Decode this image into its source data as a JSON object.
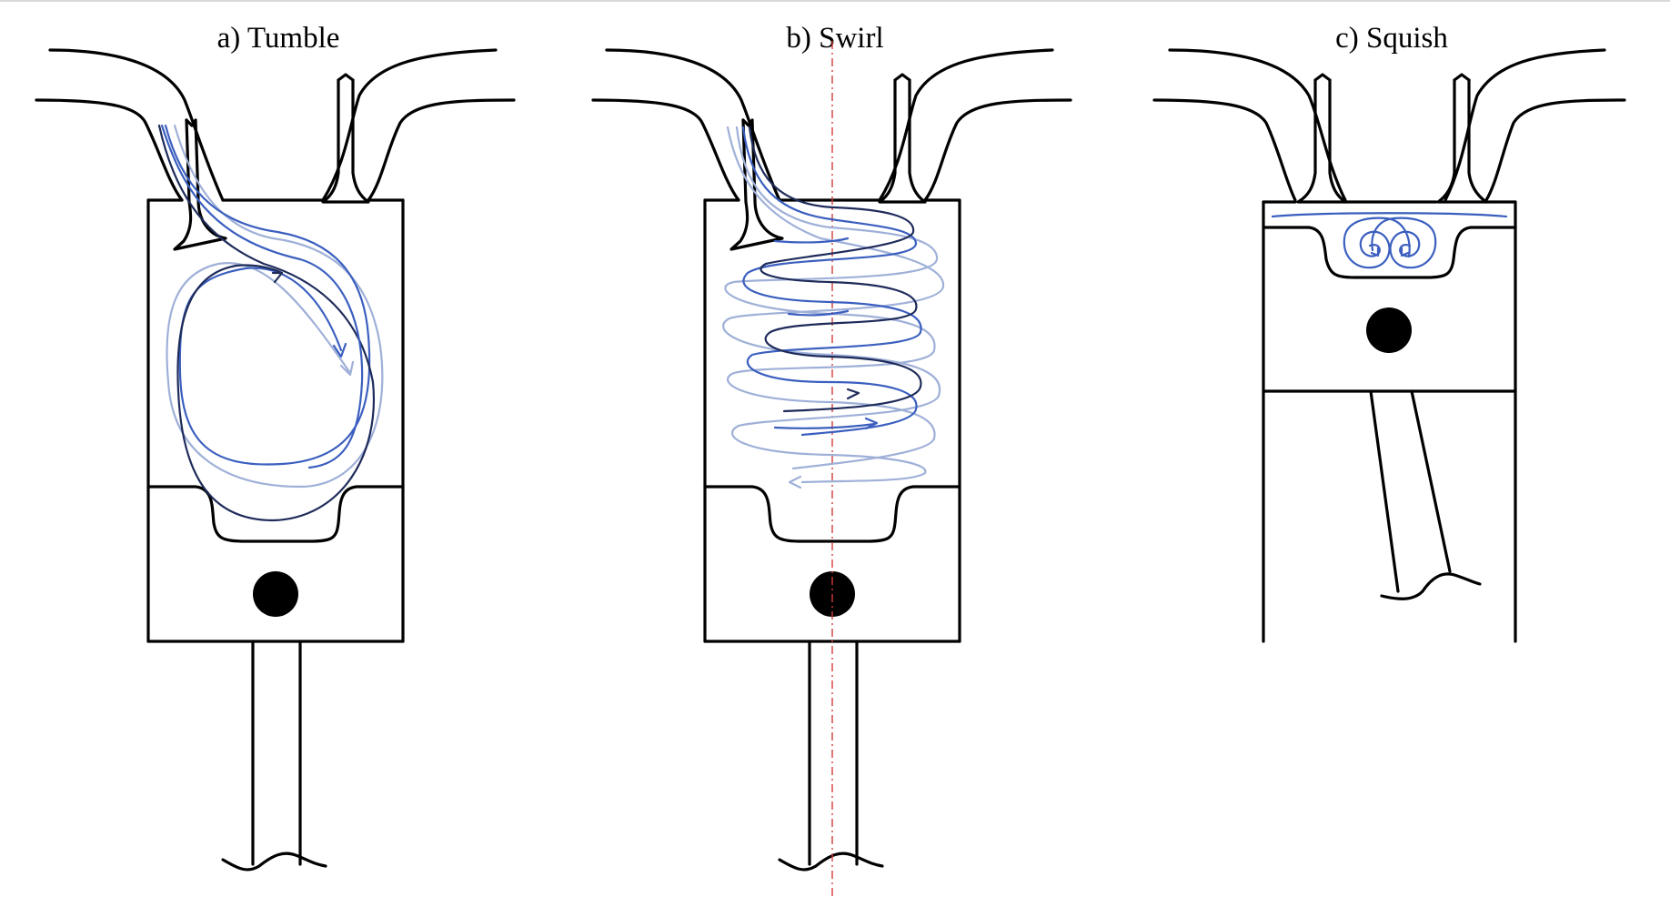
{
  "figure": {
    "panels": [
      {
        "id": "tumble",
        "title": "a) Tumble"
      },
      {
        "id": "swirl",
        "title": "b) Swirl"
      },
      {
        "id": "squish",
        "title": "c) Squish"
      }
    ]
  },
  "colors": {
    "ink": "#000000",
    "flow_dark": "#1e2b5a",
    "flow_mid": "#3b5fbf",
    "flow_light": "#9fb0d8",
    "axis": "#d43b3b",
    "background": "#ffffff"
  }
}
